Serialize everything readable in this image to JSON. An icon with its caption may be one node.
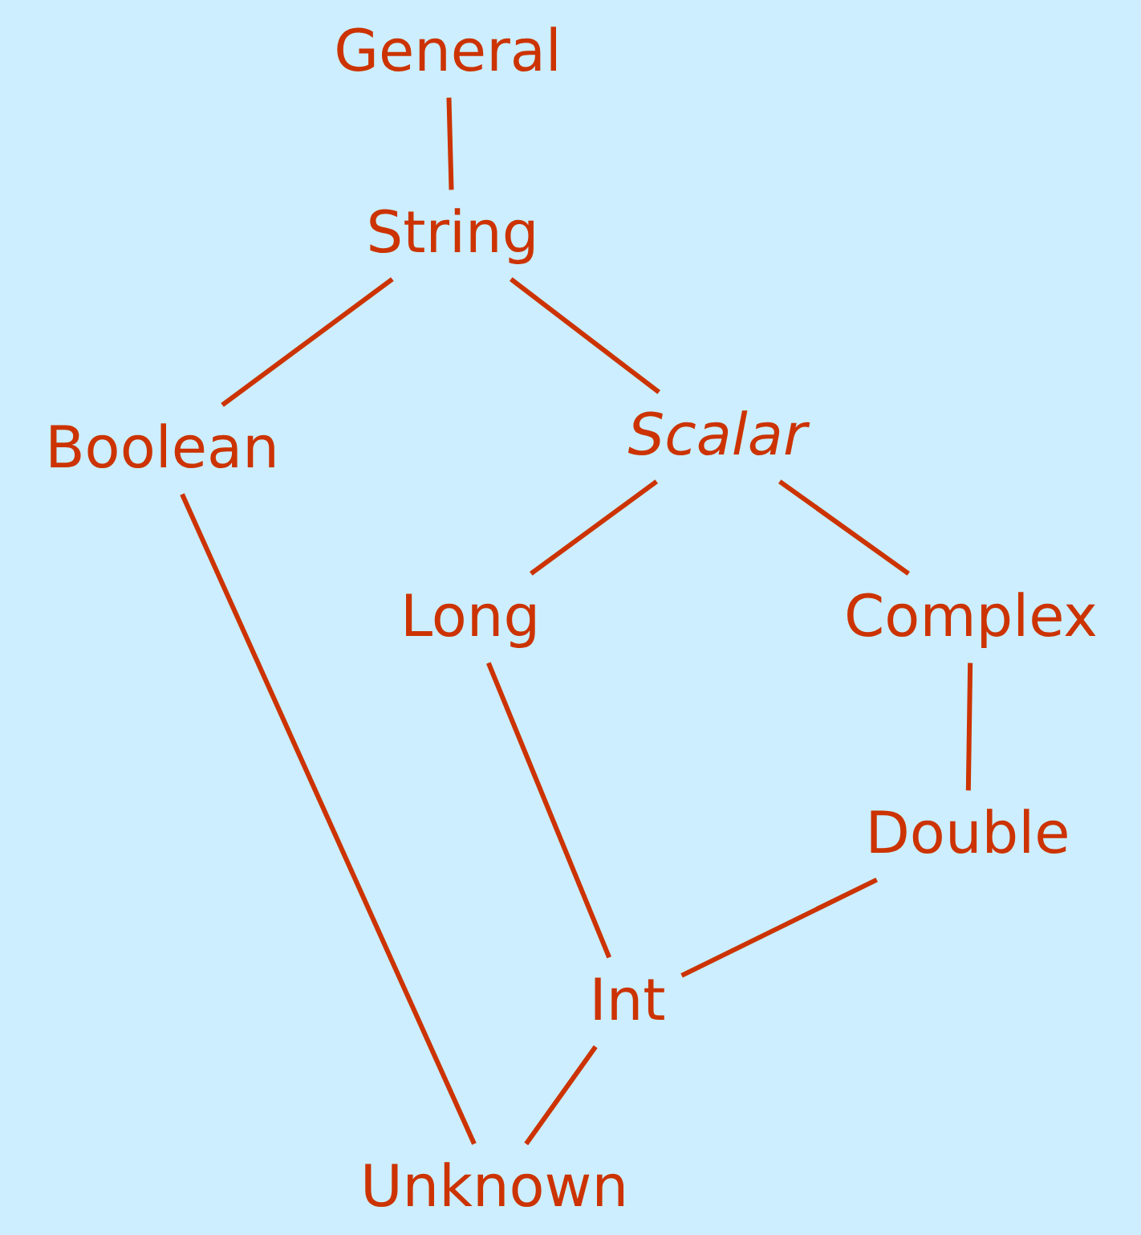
{
  "diagram": {
    "nodes": [
      {
        "text": [
          "General"
        ]
      },
      {
        "text": [
          "String"
        ]
      },
      {
        "text": [
          "Boolean"
        ]
      },
      {
        "text": [
          "Scalar"
        ]
      },
      {
        "text": [
          "Long"
        ]
      },
      {
        "text": [
          "Complex"
        ]
      },
      {
        "text": [
          "Double"
        ]
      },
      {
        "text": [
          "Int"
        ]
      },
      {
        "text": [
          "Unknown"
        ]
      }
    ],
    "edges": [
      {
        "from": 0,
        "to": 1,
        "arrow": "none"
      },
      {
        "from": 1,
        "to": 2,
        "arrow": "none"
      },
      {
        "from": 1,
        "to": 3,
        "arrow": "none"
      },
      {
        "from": 3,
        "to": 4,
        "arrow": "none"
      },
      {
        "from": 3,
        "to": 5,
        "arrow": "none"
      },
      {
        "from": 5,
        "to": 6,
        "arrow": "none"
      },
      {
        "from": 6,
        "to": 7,
        "arrow": "none"
      },
      {
        "from": 4,
        "to": 7,
        "arrow": "none"
      },
      {
        "from": 7,
        "to": 8,
        "arrow": "none"
      },
      {
        "from": 2,
        "to": 8,
        "arrow": "none"
      }
    ]
  }
}
